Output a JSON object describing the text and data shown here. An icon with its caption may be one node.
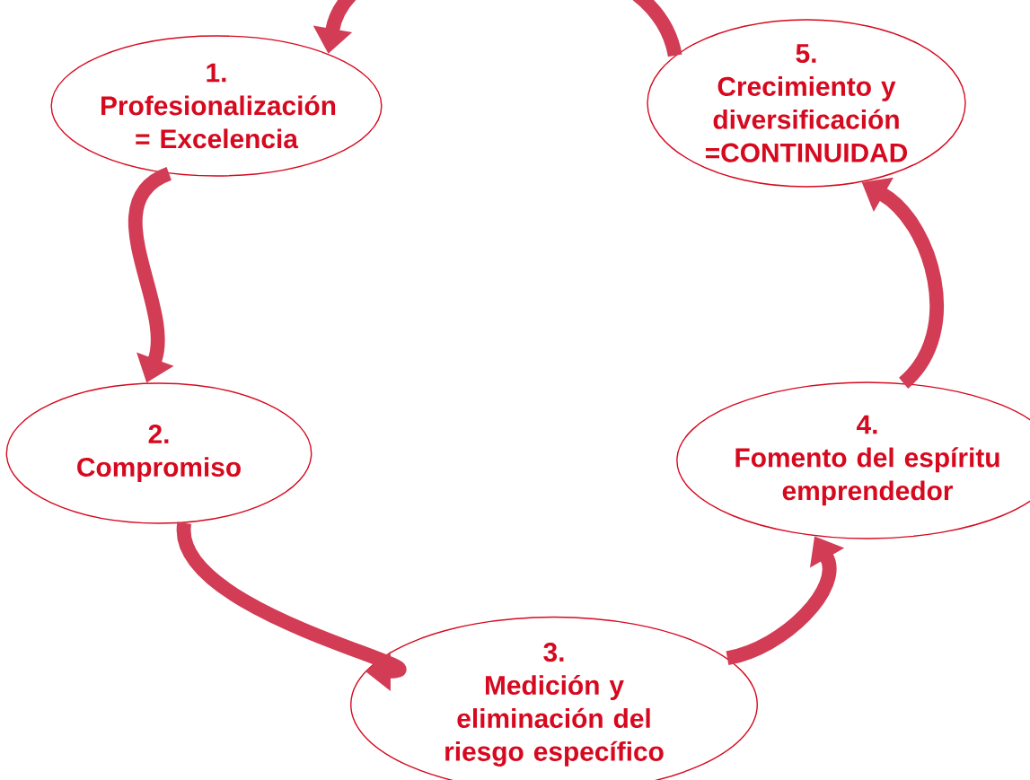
{
  "diagram": {
    "nodes": [
      {
        "text": [
          "1.",
          "Profesionalización = Excelencia"
        ]
      },
      {
        "text": [
          "2.",
          "Compromiso"
        ]
      },
      {
        "text": [
          "3.",
          "Medición y eliminación del riesgo específico"
        ]
      },
      {
        "text": [
          "4.",
          "Fomento del espíritu emprendedor"
        ]
      },
      {
        "text": [
          "5.",
          "Crecimiento y diversificación =CONTINUIDAD"
        ]
      }
    ],
    "edges": [
      {
        "from": 0,
        "to": 1,
        "arrow": "to"
      },
      {
        "from": 1,
        "to": 2,
        "arrow": "to"
      },
      {
        "from": 2,
        "to": 3,
        "arrow": "to"
      },
      {
        "from": 3,
        "to": 4,
        "arrow": "to"
      },
      {
        "from": 4,
        "to": 0,
        "arrow": "to"
      }
    ]
  }
}
